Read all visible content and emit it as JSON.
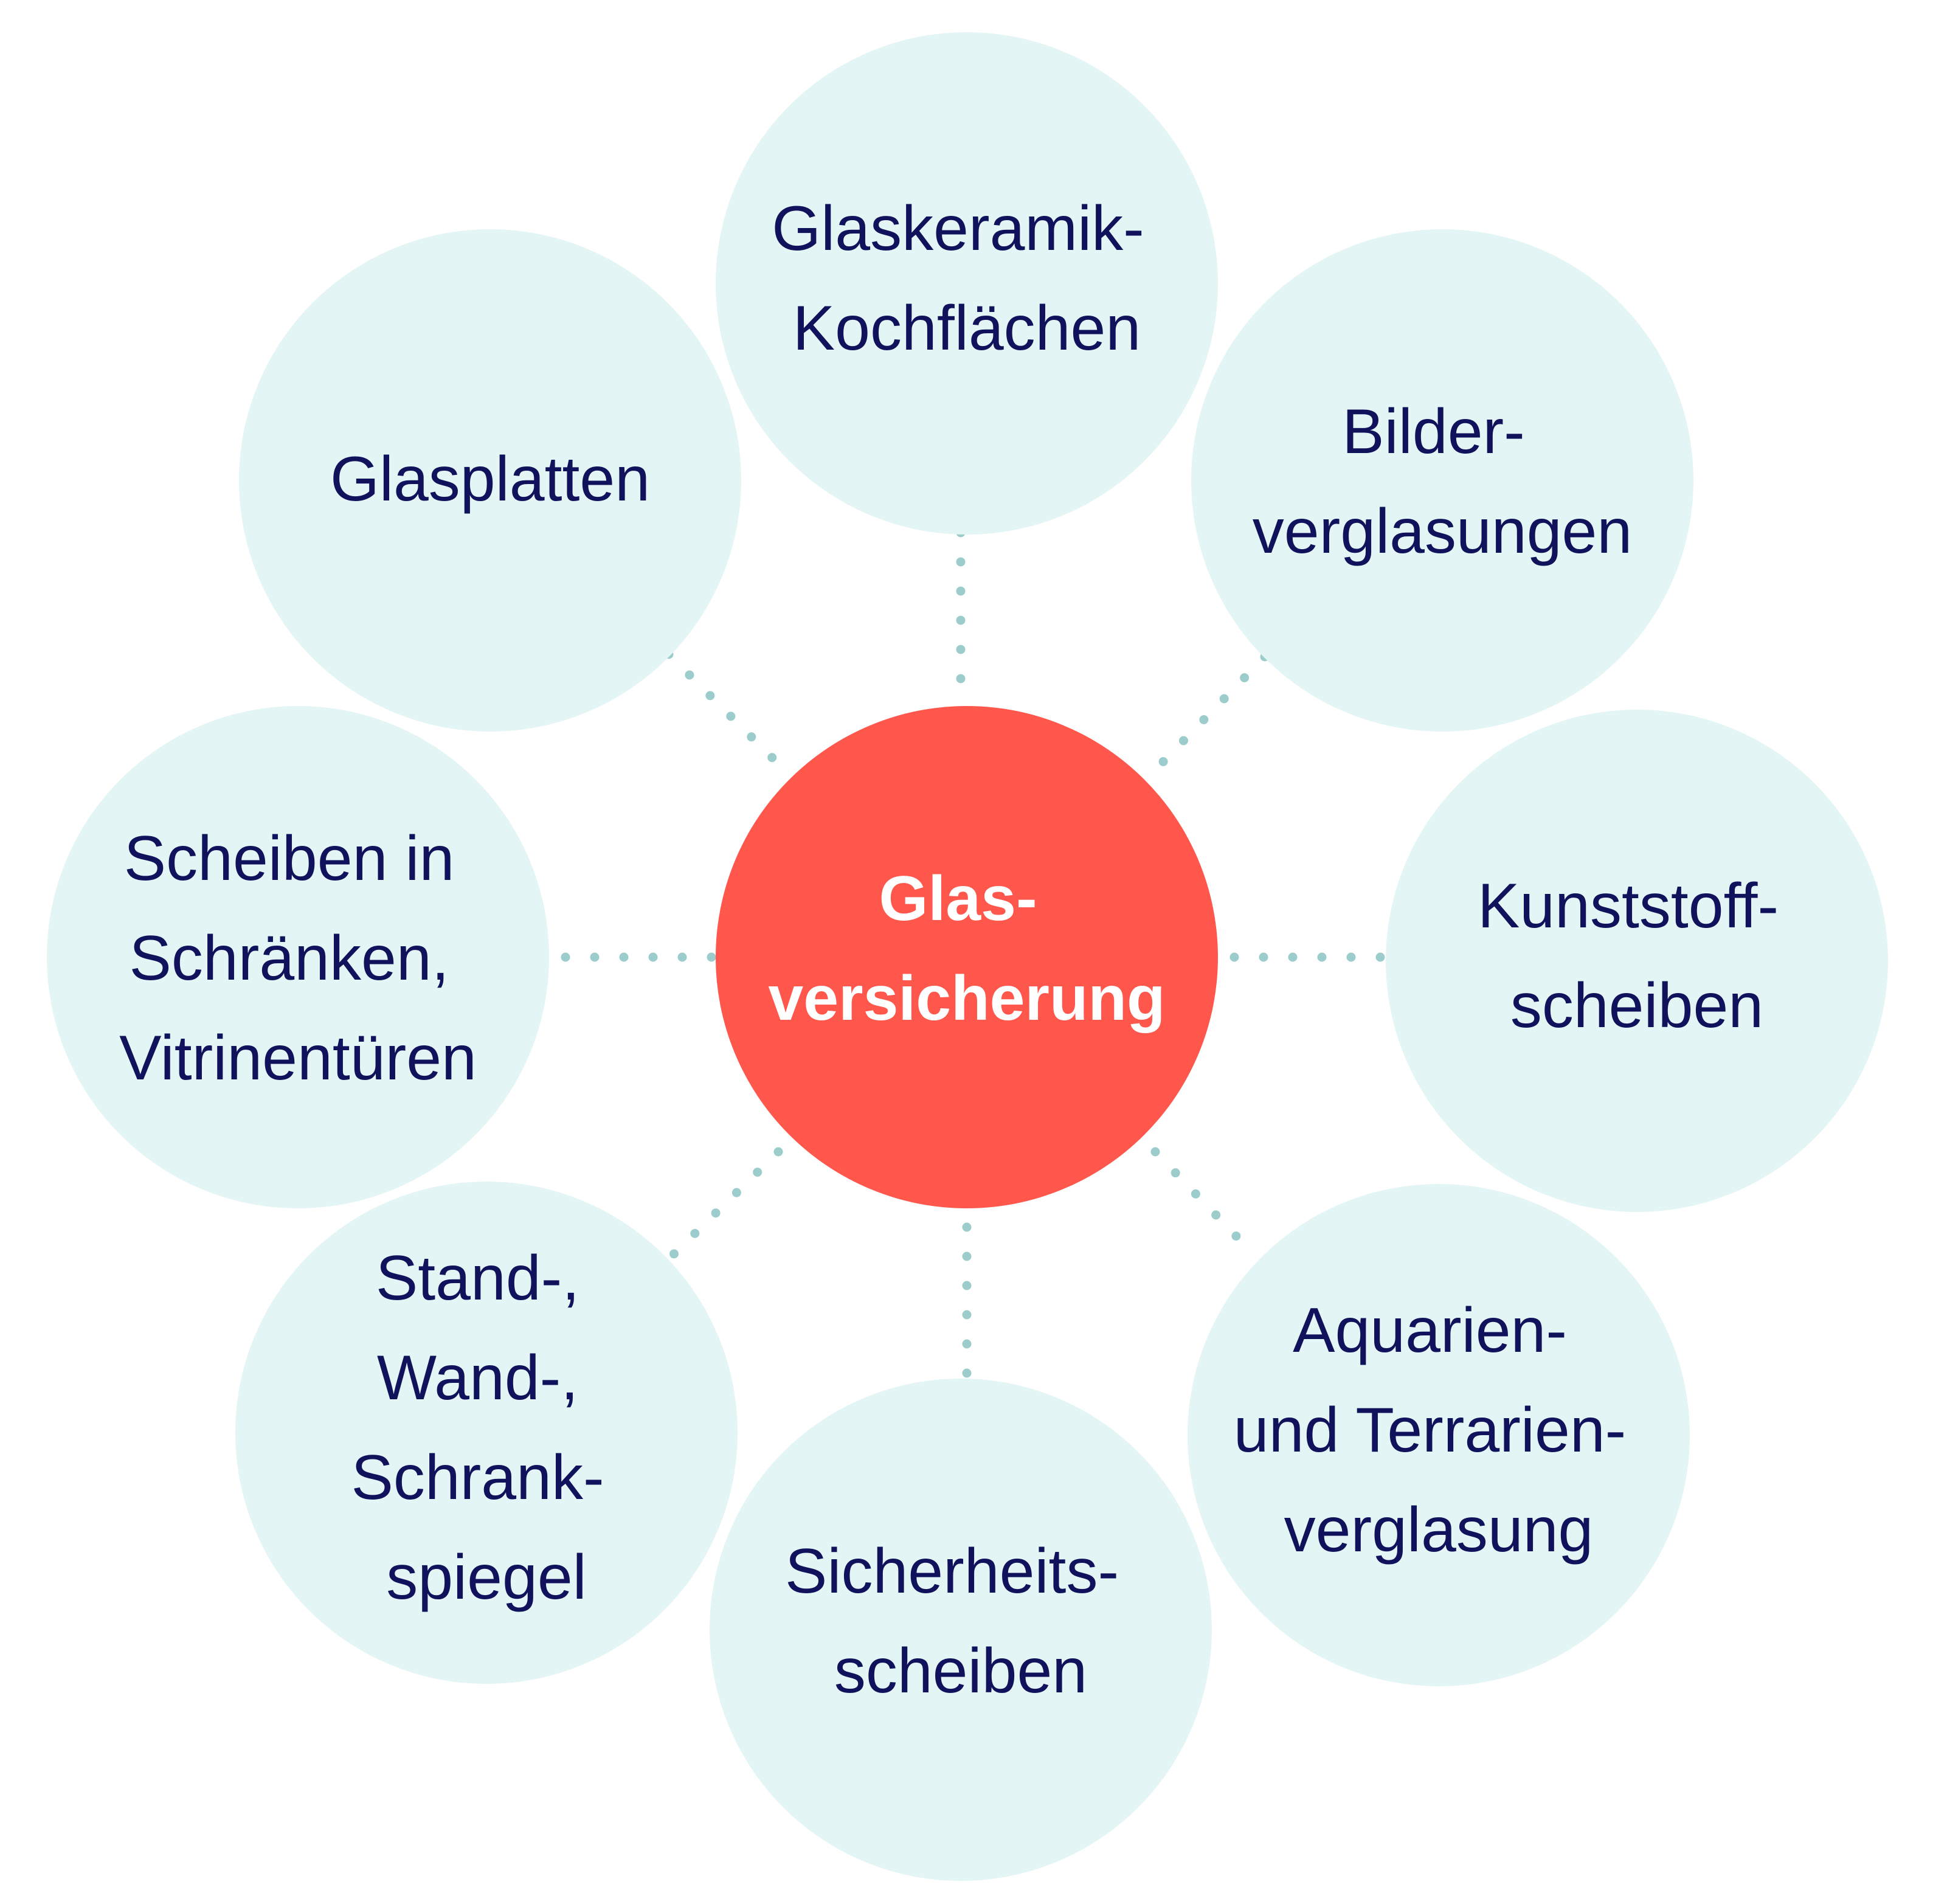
{
  "colors": {
    "background": "#ffffff",
    "satellite_fill": "#e3f5f4",
    "center_fill": "#ff574c",
    "connector": "#9ccdcc",
    "satellite_text": "#10125c",
    "center_text": "#ffffff"
  },
  "center": {
    "lines": [
      "Glas-",
      "versicherung"
    ]
  },
  "satellites": [
    {
      "id": "glaskeramik",
      "lines": [
        "Glaskeramik-",
        "Kochflächen"
      ]
    },
    {
      "id": "bilder",
      "lines": [
        "Bilder-",
        "verglasungen"
      ]
    },
    {
      "id": "kunststoff",
      "lines": [
        "Kunststoff-",
        "scheiben"
      ]
    },
    {
      "id": "aquarien",
      "lines": [
        "Aquarien-",
        "und Terrarien-",
        "verglasung"
      ]
    },
    {
      "id": "sicherheit",
      "lines": [
        "Sicherheits-",
        "scheiben"
      ]
    },
    {
      "id": "spiegel",
      "lines": [
        "Stand-,",
        "Wand-,",
        "Schrank-",
        "spiegel"
      ]
    },
    {
      "id": "schraenke",
      "lines": [
        "Scheiben in",
        "Schränken,",
        "Vitrinentüren"
      ]
    },
    {
      "id": "glasplatten",
      "lines": [
        "Glasplatten"
      ]
    }
  ]
}
